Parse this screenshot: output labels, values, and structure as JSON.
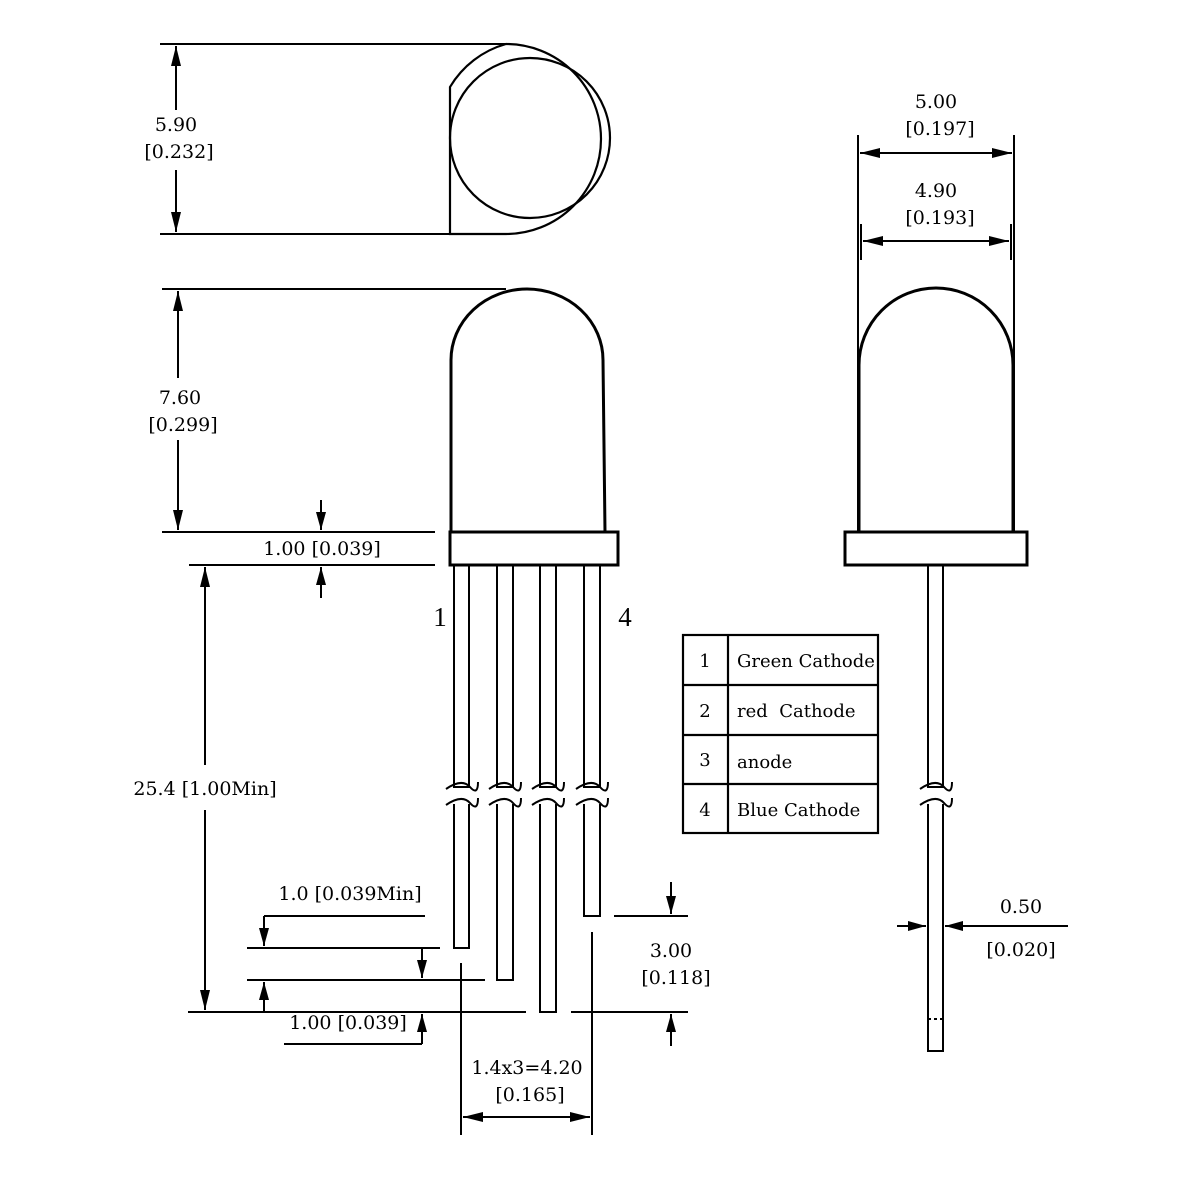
{
  "dimensions": {
    "top_height": {
      "mm": "5.90",
      "inch": "[0.232]"
    },
    "dome_height": {
      "mm": "7.60",
      "inch": "[0.299]"
    },
    "flange_upper": "1.00 [0.039]",
    "lead_length": "25.4 [1.00Min]",
    "lead_offset": "1.0 [0.039Min]",
    "flange_lower": "1.00 [0.039]",
    "lead_step": {
      "mm": "3.00",
      "inch": "[0.118]"
    },
    "pitch": {
      "mm": "1.4x3=4.20",
      "inch": "[0.165]"
    },
    "outer_diameter": {
      "mm": "5.00",
      "inch": "[0.197]"
    },
    "body_diameter": {
      "mm": "4.90",
      "inch": "[0.193]"
    },
    "lead_width": {
      "mm": "0.50",
      "inch": "[0.020]"
    }
  },
  "pin_labels": {
    "first": "1",
    "last": "4"
  },
  "pin_table": [
    {
      "num": "1",
      "desc": "Green Cathode"
    },
    {
      "num": "2",
      "desc": "red  Cathode"
    },
    {
      "num": "3",
      "desc": "anode"
    },
    {
      "num": "4",
      "desc": "Blue Cathode"
    }
  ]
}
